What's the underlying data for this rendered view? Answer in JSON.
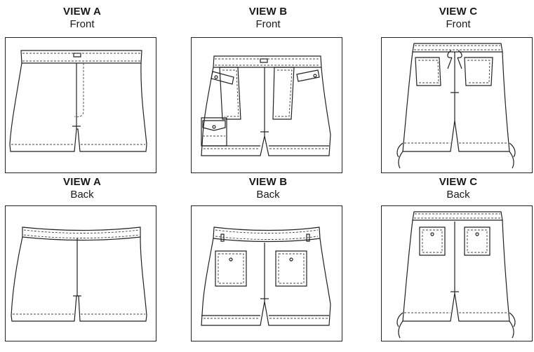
{
  "views": [
    {
      "id": "a-front",
      "title": "VIEW A",
      "side": "Front"
    },
    {
      "id": "b-front",
      "title": "VIEW B",
      "side": "Front"
    },
    {
      "id": "c-front",
      "title": "VIEW C",
      "side": "Front"
    },
    {
      "id": "a-back",
      "title": "VIEW A",
      "side": "Back"
    },
    {
      "id": "b-back",
      "title": "VIEW B",
      "side": "Back"
    },
    {
      "id": "c-back",
      "title": "VIEW C",
      "side": "Back"
    }
  ]
}
